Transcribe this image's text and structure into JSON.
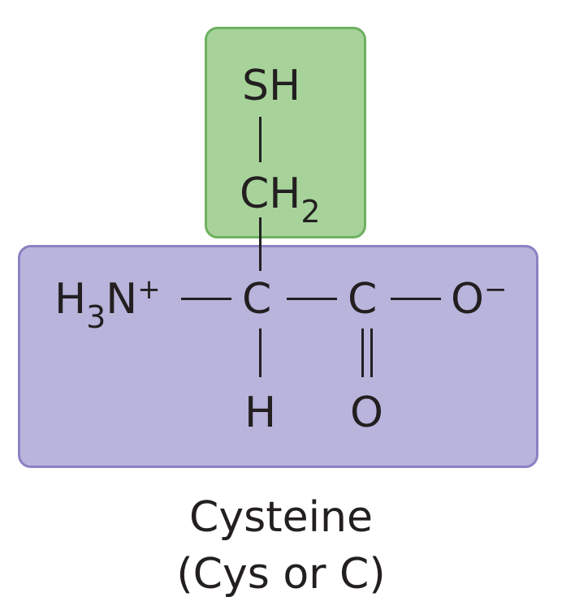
{
  "molecule": {
    "side_chain": {
      "sh": "SH",
      "ch_base": "CH",
      "ch_sub": "2"
    },
    "backbone": {
      "amine_h": "H",
      "amine_sub": "3",
      "amine_n": "N",
      "amine_charge": "+",
      "alpha_carbon": "C",
      "alpha_h": "H",
      "carboxyl_c": "C",
      "carbonyl_o": "O",
      "oxygen_minus": "O",
      "oxygen_charge": "−"
    }
  },
  "caption": {
    "name": "Cysteine",
    "abbreviation": "(Cys or C)"
  },
  "colors": {
    "backbone_fill": "#b9b4dc",
    "backbone_border": "#8a82c4",
    "side_chain_fill": "#a7d39b",
    "side_chain_border": "#6db15f"
  }
}
